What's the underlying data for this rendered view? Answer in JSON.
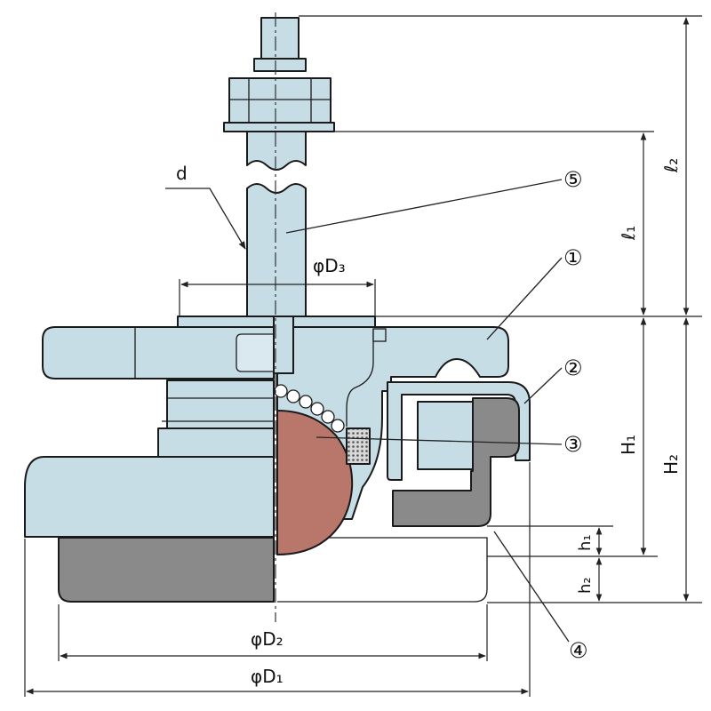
{
  "labels": {
    "d": "d",
    "phiD3": "φD₃",
    "phiD2": "φD₂",
    "phiD1": "φD₁",
    "H1": "H₁",
    "H2": "H₂",
    "h1": "h₁",
    "h2": "h₂",
    "l1": "ℓ₁",
    "l2": "ℓ₂"
  },
  "callouts": {
    "c1": "①",
    "c2": "②",
    "c3": "③",
    "c4": "④",
    "c5": "⑤"
  },
  "colors": {
    "metal": "#c6dde6",
    "rubber": "#8a8a8a",
    "ball": "#b9776b",
    "outline": "#1a1a1a"
  }
}
